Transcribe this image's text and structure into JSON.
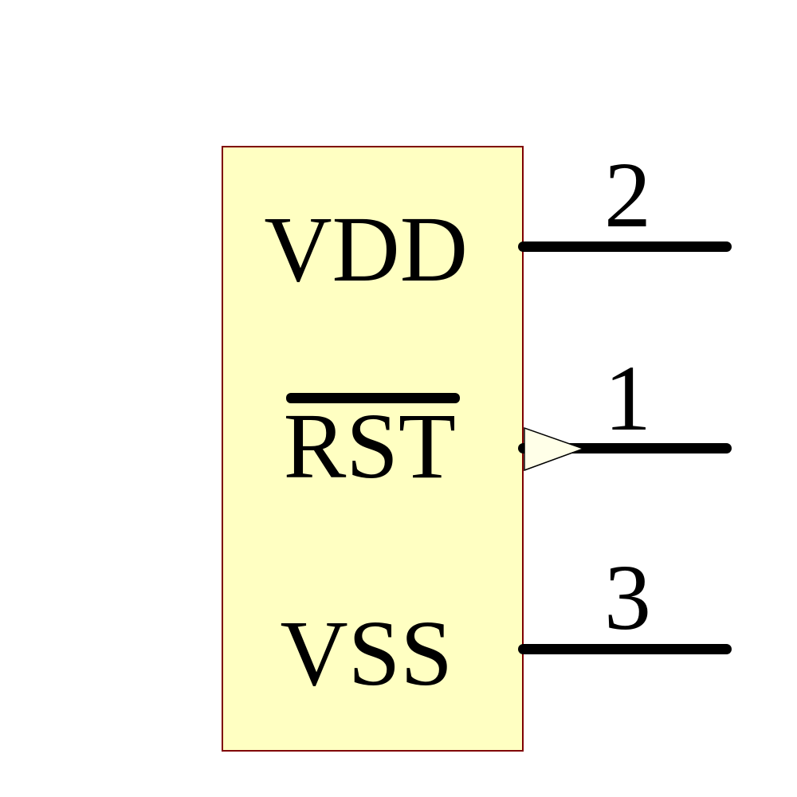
{
  "component": {
    "body_fill_color": "#FFFFC2",
    "body_border_color": "#7F0000",
    "pin_color": "#000000",
    "arrow_fill_color": "#FFFFE8",
    "pins": [
      {
        "number": "2",
        "name": "VDD",
        "side": "right",
        "overline": false,
        "shape": "line"
      },
      {
        "number": "1",
        "name": "RST",
        "side": "right",
        "overline": true,
        "shape": "input-arrow"
      },
      {
        "number": "3",
        "name": "VSS",
        "side": "right",
        "overline": false,
        "shape": "line"
      }
    ]
  }
}
